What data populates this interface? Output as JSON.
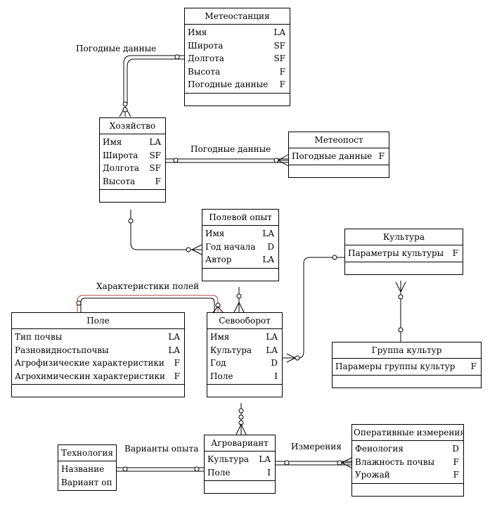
{
  "entities": {
    "meteostation": {
      "title": "Метеостанция",
      "attrs": [
        {
          "name": "Имя",
          "type": "LA"
        },
        {
          "name": "Широта",
          "type": "SF"
        },
        {
          "name": "Долгота",
          "type": "SF"
        },
        {
          "name": "Высота",
          "type": "F"
        },
        {
          "name": "Погодные данные",
          "type": "F"
        }
      ]
    },
    "farm": {
      "title": "Хозяйство",
      "attrs": [
        {
          "name": "Имя",
          "type": "LA"
        },
        {
          "name": "Широта",
          "type": "SF"
        },
        {
          "name": "Долгота",
          "type": "SF"
        },
        {
          "name": "Высота",
          "type": "F"
        }
      ]
    },
    "meteopost": {
      "title": "Метеопост",
      "attrs": [
        {
          "name": "Погодные данные",
          "type": "F"
        }
      ]
    },
    "field_experiment": {
      "title": "Полевой опыт",
      "attrs": [
        {
          "name": "Имя",
          "type": "LA"
        },
        {
          "name": "Год начала",
          "type": "D"
        },
        {
          "name": "Автор",
          "type": "LA"
        }
      ]
    },
    "crop": {
      "title": "Культура",
      "attrs": [
        {
          "name": "Параметры культуры",
          "type": "F"
        }
      ]
    },
    "field": {
      "title": "Поле",
      "attrs": [
        {
          "name": "Тип почвы",
          "type": "LA"
        },
        {
          "name": "Разновидностьпочвы",
          "type": "LA"
        },
        {
          "name": "Агрофизические характеристики",
          "type": "F"
        },
        {
          "name": "Агрохимическин характеристики",
          "type": "F"
        }
      ]
    },
    "rotation": {
      "title": "Севооборот",
      "attrs": [
        {
          "name": "Имя",
          "type": "LA"
        },
        {
          "name": "Культура",
          "type": "LA"
        },
        {
          "name": "Год",
          "type": "D"
        },
        {
          "name": "Поле",
          "type": "I"
        }
      ]
    },
    "crop_group": {
      "title": "Группа культур",
      "attrs": [
        {
          "name": "Парамеры группы культур",
          "type": "F"
        }
      ]
    },
    "technology": {
      "title": "Технология",
      "attrs": [
        {
          "name": "Название",
          "type": ""
        },
        {
          "name": "Вариант оп",
          "type": ""
        }
      ]
    },
    "agro_variant": {
      "title": "Агровариант",
      "attrs": [
        {
          "name": "Культура",
          "type": "LA"
        },
        {
          "name": "Поле",
          "type": "I"
        }
      ]
    },
    "operative_measurements": {
      "title": "Оперативные измерения",
      "attrs": [
        {
          "name": "Фенология",
          "type": "D"
        },
        {
          "name": "Влажность почвы",
          "type": "F"
        },
        {
          "name": "Урожай",
          "type": "F"
        }
      ]
    }
  },
  "relationships": {
    "farm_meteostation": "Погодные данные",
    "farm_meteopost": "Погодные данные",
    "field_characteristics": "Характеристики полей",
    "technology_variants": "Варианты опыта",
    "measurements": "Измерения"
  },
  "colors": {
    "line": "#000000",
    "field_link": "#b04040"
  }
}
